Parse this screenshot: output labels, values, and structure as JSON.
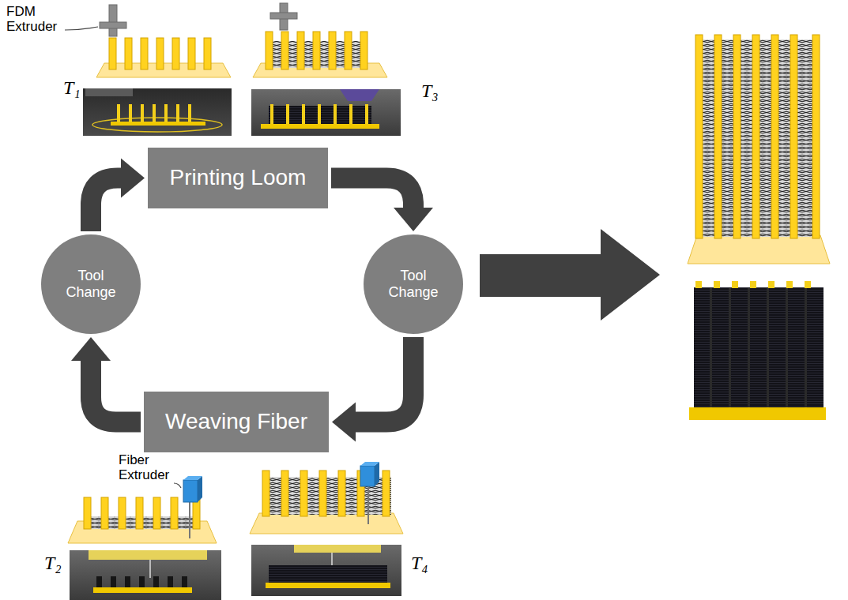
{
  "diagram": {
    "nodes": [
      {
        "text": [
          "Printing Loom"
        ]
      },
      {
        "text": [
          "Tool Change"
        ]
      },
      {
        "text": [
          "Tool Change"
        ]
      },
      {
        "text": [
          "Weaving Fiber"
        ]
      }
    ],
    "edges": [
      {
        "from": 1,
        "to": 0,
        "arrow": "to"
      },
      {
        "from": 0,
        "to": 2,
        "arrow": "to"
      },
      {
        "from": 2,
        "to": 3,
        "arrow": "to"
      },
      {
        "from": 3,
        "to": 1,
        "arrow": "to"
      }
    ],
    "labels": [
      "FDM Extruder",
      "T₁",
      "T₃",
      "Fiber Extruder",
      "T₂",
      "T₄"
    ]
  }
}
